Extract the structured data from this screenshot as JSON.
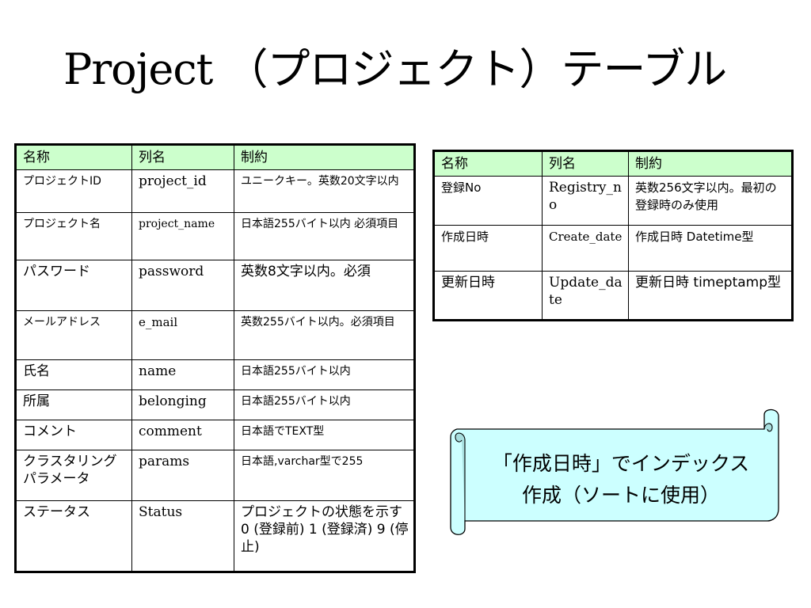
{
  "title": "Project （プロジェクト）テーブル",
  "table1": {
    "headers": [
      "名称",
      "列名",
      "制約"
    ],
    "rows": [
      [
        "プロジェクトID",
        "project_id",
        "ユニークキー。英数20文字以内"
      ],
      [
        "プロジェクト名",
        "project_name",
        "日本語255バイト以内 必須項目"
      ],
      [
        "パスワード",
        "password",
        "英数8文字以内。必須"
      ],
      [
        "メールアドレス",
        "e_mail",
        "英数255バイト以内。必須項目"
      ],
      [
        "氏名",
        "name",
        "日本語255バイト以内"
      ],
      [
        "所属",
        "belonging",
        "日本語255バイト以内"
      ],
      [
        "コメント",
        "comment",
        "日本語でTEXT型"
      ],
      [
        "クラスタリングパラメータ",
        "params",
        "日本語,varchar型で255"
      ],
      [
        "ステータス",
        "Status",
        "プロジェクトの状態を示す 0 (登録前) 1 (登録済) 9 (停止)"
      ]
    ]
  },
  "table2": {
    "headers": [
      "名称",
      "列名",
      "制約"
    ],
    "rows": [
      [
        "登録No",
        "Registry_no",
        "英数256文字以内。最初の登録時のみ使用"
      ],
      [
        "作成日時",
        "Create_date",
        "作成日時 Datetime型"
      ],
      [
        "更新日時",
        "Update_date",
        "更新日時 timeptamp型"
      ]
    ]
  },
  "note": {
    "line1": "「作成日時」でインデックス",
    "line2": "作成（ソートに使用）"
  },
  "colors": {
    "header_bg": "#ccffcc",
    "scroll_fill": "#ccffff",
    "border": "#000000"
  }
}
